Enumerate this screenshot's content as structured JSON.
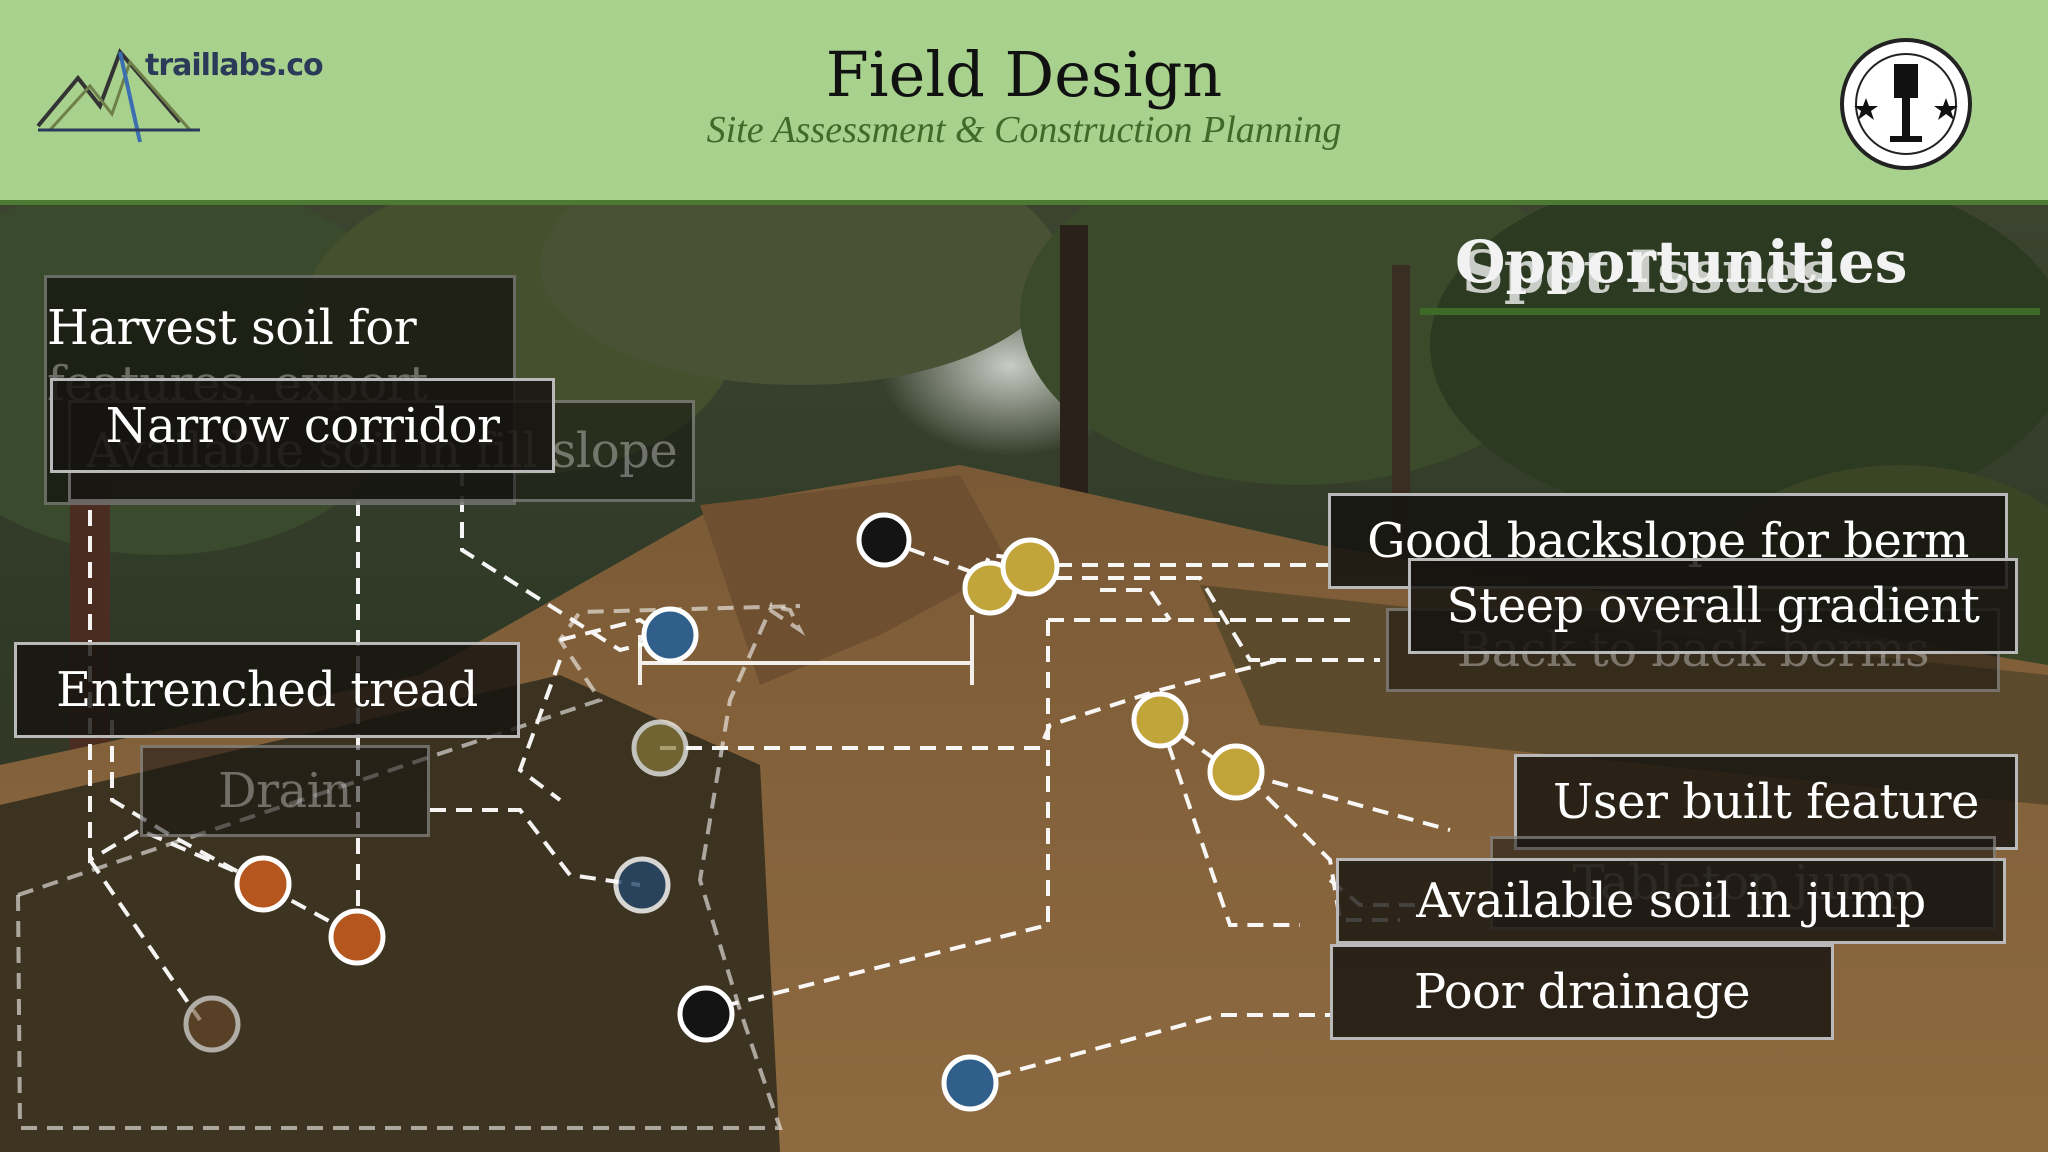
{
  "header": {
    "title": "Field Design",
    "subtitle": "Site Assessment & Construction Planning",
    "logo_text": "traillabs.co",
    "seal_name": "redding-trail-alliance-seal"
  },
  "headings": {
    "opportunities": "Opportunities",
    "issues": "Spot Issues"
  },
  "callouts": {
    "harvest": "Harvest soil for",
    "harvest_2": "features, export",
    "narrow": "Narrow corridor",
    "fill_slope": "Available soil in fill slope",
    "entrenched": "Entrenched tread",
    "drain": "Drain",
    "backslope": "Good backslope for berm",
    "gradient": "Steep overall gradient",
    "back_to_back": "Back to back berms",
    "user_built": "User built feature",
    "tabletop": "Tabletop jump",
    "soil_jump": "Available soil in jump",
    "poor_drainage": "Poor drainage"
  },
  "marker_colors": {
    "orange": "#b4561e",
    "yellow": "#c2a53a",
    "blue": "#2f5f8a",
    "black": "#141414",
    "brown": "#6a4a2a"
  }
}
